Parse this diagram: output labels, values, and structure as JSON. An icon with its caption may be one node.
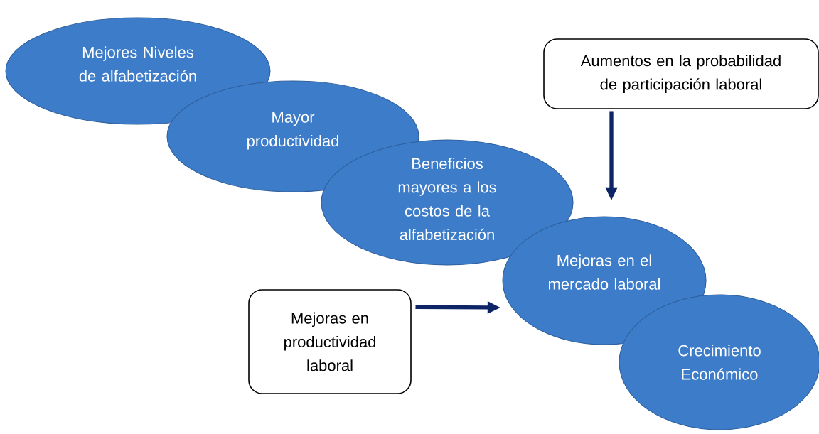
{
  "diagram": {
    "nodes": [
      {
        "text": [
          "Mejores Niveles de alfabetización"
        ]
      },
      {
        "text": [
          "Mayor productividad"
        ]
      },
      {
        "text": [
          "Beneficios mayores a los costos de la alfabetización"
        ]
      },
      {
        "text": [
          "Mejoras en el mercado laboral"
        ]
      },
      {
        "text": [
          "Crecimiento Económico"
        ]
      },
      {
        "text": [
          "Aumentos en la probabilidad de participación laboral"
        ]
      },
      {
        "text": [
          "Mejoras en productividad laboral"
        ]
      }
    ],
    "edges": [
      {
        "from": 5,
        "to": 3,
        "arrow": "to"
      },
      {
        "from": 6,
        "to": 3,
        "arrow": "to"
      }
    ]
  }
}
